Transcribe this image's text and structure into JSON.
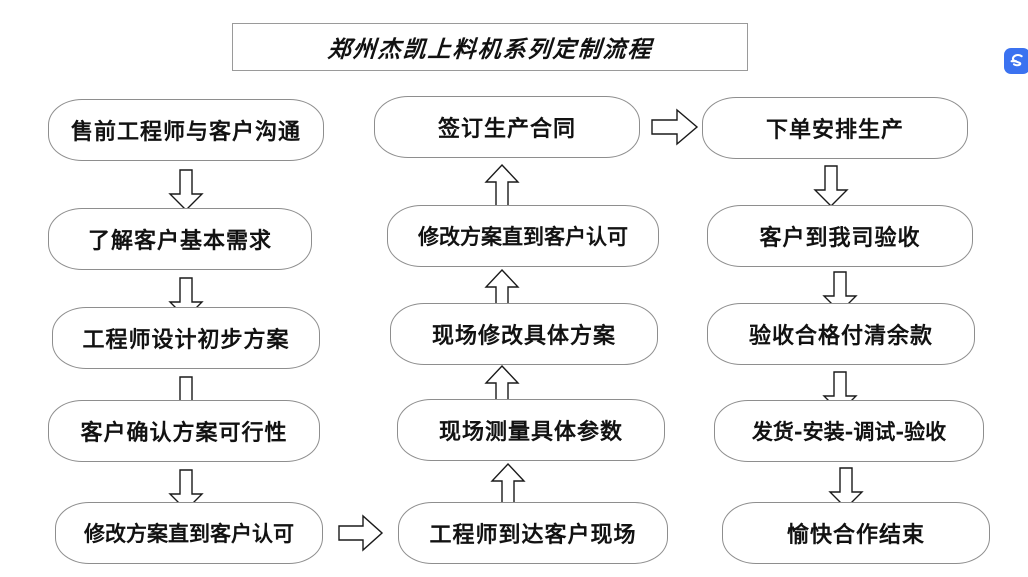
{
  "title": {
    "text": "郑州杰凯上料机系列定制流程"
  },
  "columns": [
    {
      "name": "column-1",
      "direction": "down",
      "nodes": [
        {
          "label": "售前工程师与客户沟通"
        },
        {
          "label": "了解客户基本需求"
        },
        {
          "label": "工程师设计初步方案"
        },
        {
          "label": "客户确认方案可行性"
        },
        {
          "label": "修改方案直到客户认可"
        }
      ]
    },
    {
      "name": "column-2",
      "direction": "up",
      "nodes": [
        {
          "label": "签订生产合同"
        },
        {
          "label": "修改方案直到客户认可"
        },
        {
          "label": "现场修改具体方案"
        },
        {
          "label": "现场测量具体参数"
        },
        {
          "label": "工程师到达客户现场"
        }
      ]
    },
    {
      "name": "column-3",
      "direction": "down",
      "nodes": [
        {
          "label": "下单安排生产"
        },
        {
          "label": "客户到我司验收"
        },
        {
          "label": "验收合格付清余款"
        },
        {
          "label": "发货-安装-调试-验收"
        },
        {
          "label": "愉快合作结束"
        }
      ]
    }
  ],
  "connectors": {
    "col1_down_1": "down-arrow",
    "col1_down_2": "down-arrow",
    "col1_down_3": "down-arrow",
    "col1_down_4": "down-arrow",
    "col1_to_col2": "right-arrow",
    "col2_up_1": "up-arrow",
    "col2_up_2": "up-arrow",
    "col2_up_3": "up-arrow",
    "col2_up_4": "up-arrow",
    "col2_to_col3": "right-arrow",
    "col3_down_1": "down-arrow",
    "col3_down_2": "down-arrow",
    "col3_down_3": "down-arrow",
    "col3_down_4": "down-arrow"
  },
  "watermark": {
    "icon": "sogou-logo-icon",
    "color": "#3b72f0"
  }
}
